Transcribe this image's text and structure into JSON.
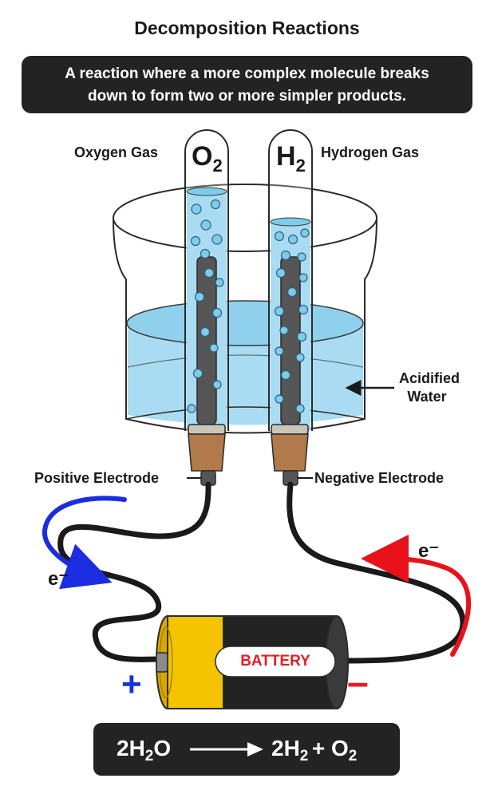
{
  "title": "Decomposition Reactions",
  "definition": {
    "line1": "A reaction where a more complex molecule breaks",
    "line2": "down to form two or more simpler products."
  },
  "labels": {
    "oxygen_gas": "Oxygen Gas",
    "hydrogen_gas": "Hydrogen Gas",
    "acidified_water_line1": "Acidified",
    "acidified_water_line2": "Water",
    "positive_electrode": "Positive Electrode",
    "negative_electrode": "Negative Electrode",
    "battery": "BATTERY",
    "electron_left": "e⁻",
    "electron_right": "e⁻",
    "plus": "+",
    "minus": "–"
  },
  "tube_formulas": {
    "left_symbol": "O",
    "left_sub": "2",
    "right_symbol": "H",
    "right_sub": "2"
  },
  "equation": {
    "reactant_coef": "2H",
    "reactant_sub": "2",
    "reactant_end": "O",
    "product1_coef": "2H",
    "product1_sub": "2",
    "plus": "+ O",
    "product2_sub": "2"
  },
  "colors": {
    "dark": "#232323",
    "water": "#a9dcf2",
    "bubble": "#7fcbea",
    "cork": "#b07a4a",
    "battery_yellow": "#f5c400",
    "positive_blue": "#1533d6",
    "negative_red": "#e41e26",
    "arrow_blue": "#1a2de0",
    "arrow_red": "#e8121b"
  }
}
